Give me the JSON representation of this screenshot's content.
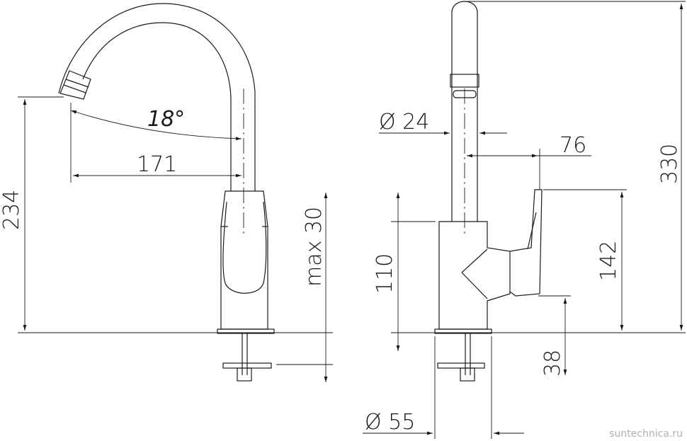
{
  "diagram": {
    "side_view": {
      "angle": "18°",
      "reach": "171",
      "height": "234",
      "max_deck": "max 30"
    },
    "front_view": {
      "spout_diameter": "Ø 24",
      "handle_offset": "76",
      "total_height": "330",
      "body_height": "110",
      "handle_height": "142",
      "lever_clearance": "38",
      "base_diameter": "Ø 55"
    }
  },
  "watermark": "suntechnica.ru",
  "colors": {
    "line": "#1a1a1a",
    "watermark": "#b0b0b0"
  }
}
